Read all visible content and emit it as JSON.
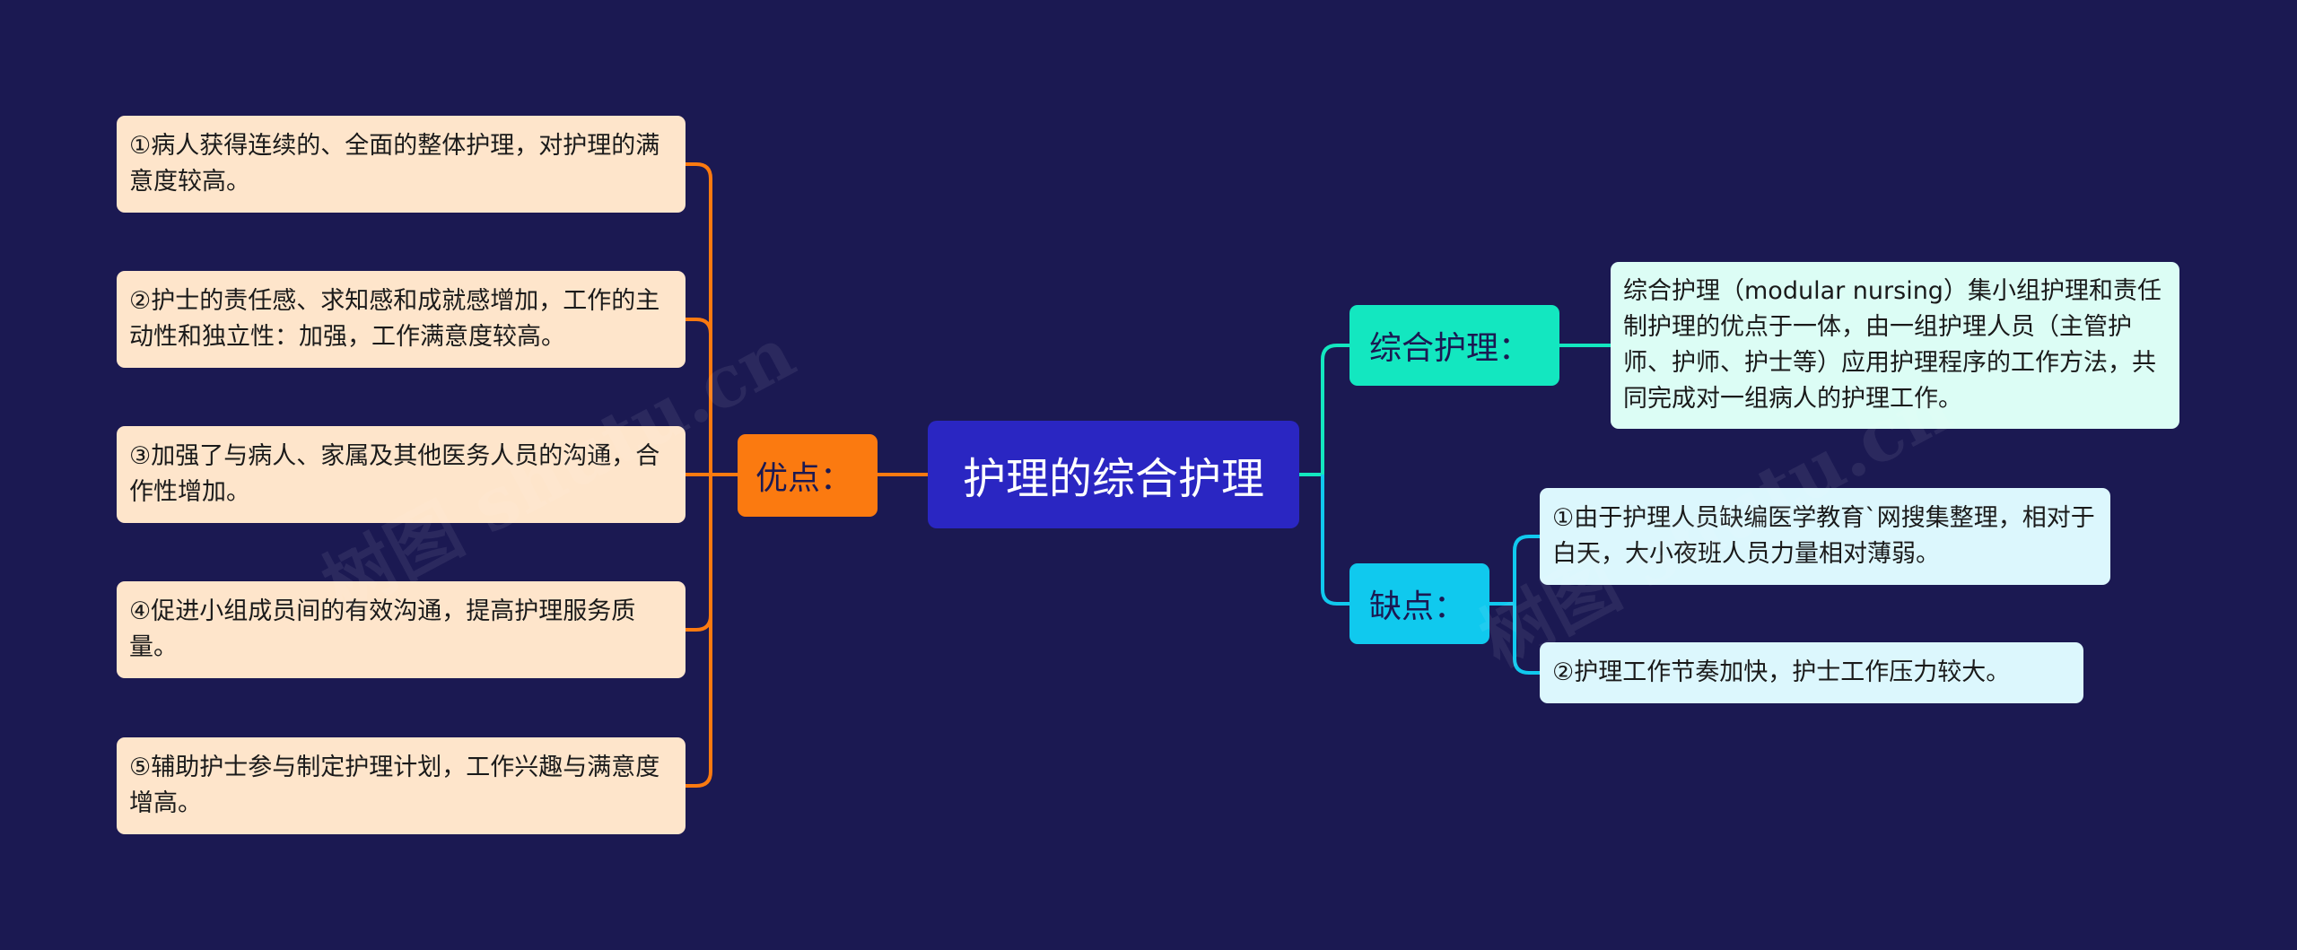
{
  "mindmap": {
    "root": "护理的综合护理",
    "advantages": {
      "label": "优点：",
      "items": [
        "①病人获得连续的、全面的整体护理，对护理的满意度较高。",
        "②护士的责任感、求知感和成就感增加，工作的主动性和独立性：加强，工作满意度较高。",
        "③加强了与病人、家属及其他医务人员的沟通，合作性增加。",
        "④促进小组成员间的有效沟通，提高护理服务质量。",
        "⑤辅助护士参与制定护理计划，工作兴趣与满意度增高。"
      ]
    },
    "definition": {
      "label": "综合护理：",
      "text": "综合护理（modular nursing）集小组护理和责任制护理的优点于一体，由一组护理人员（主管护师、护师、护士等）应用护理程序的工作方法，共同完成对一组病人的护理工作。"
    },
    "disadvantages": {
      "label": "缺点：",
      "items": [
        "①由于护理人员缺编医学教育`网搜集整理，相对于白天，大小夜班人员力量相对薄弱。",
        "②护理工作节奏加快，护士工作压力较大。"
      ]
    }
  },
  "watermark": "树图 shutu.cn",
  "colors": {
    "background": "#1b1952",
    "root": "#2a26c2",
    "advantages": "#fb7a10",
    "definition": "#13e7c0",
    "disadvantages": "#10c9ee"
  }
}
